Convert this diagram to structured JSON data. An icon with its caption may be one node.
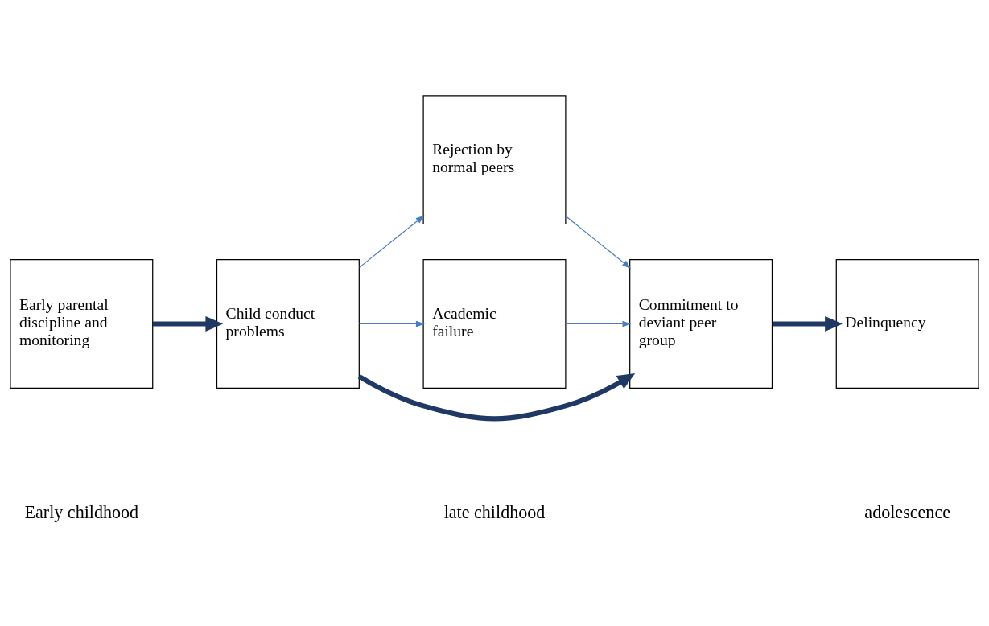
{
  "diagram": {
    "nodes": [
      {
        "text": [
          "Early parental discipline and monitoring"
        ]
      },
      {
        "text": [
          "Child conduct problems"
        ]
      },
      {
        "text": [
          "Rejection by normal peers"
        ]
      },
      {
        "text": [
          "Academic failure"
        ]
      },
      {
        "text": [
          "Commitment to deviant peer group"
        ]
      },
      {
        "text": [
          "Delinquency"
        ]
      }
    ],
    "edges": [
      {
        "from": 0,
        "to": 1,
        "arrow": "to",
        "style": "thick",
        "color": "#1f3864"
      },
      {
        "from": 1,
        "to": 2,
        "arrow": "to"
      },
      {
        "from": 1,
        "to": 3,
        "arrow": "to"
      },
      {
        "from": 1,
        "to": 4,
        "arrow": "to",
        "style": "thick",
        "color": "#1f3864"
      },
      {
        "from": 2,
        "to": 4,
        "arrow": "to"
      },
      {
        "from": 3,
        "to": 4,
        "arrow": "to"
      },
      {
        "from": 4,
        "to": 5,
        "arrow": "to",
        "style": "thick",
        "color": "#1f3864"
      }
    ],
    "labels": [
      "Early childhood",
      "late childhood",
      "adolescence"
    ]
  }
}
